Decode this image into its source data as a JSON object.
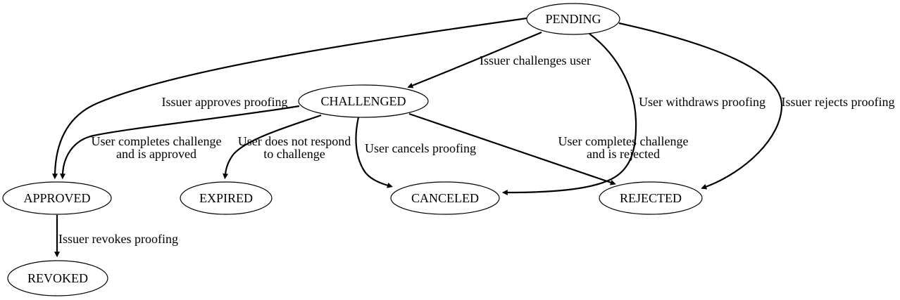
{
  "colors": {
    "background": "#ffffff",
    "line": "#000000",
    "node_fill": "#ffffff",
    "text": "#000000"
  },
  "diagram": {
    "nodes": {
      "pending": {
        "label": "PENDING"
      },
      "challenged": {
        "label": "CHALLENGED"
      },
      "approved": {
        "label": "APPROVED"
      },
      "expired": {
        "label": "EXPIRED"
      },
      "canceled": {
        "label": "CANCELED"
      },
      "rejected": {
        "label": "REJECTED"
      },
      "revoked": {
        "label": "REVOKED"
      }
    },
    "edges": {
      "pending_challenged": {
        "from": "PENDING",
        "to": "CHALLENGED",
        "label": "Issuer challenges user"
      },
      "pending_approved": {
        "from": "PENDING",
        "to": "APPROVED",
        "label": "Issuer approves proofing"
      },
      "pending_canceled": {
        "from": "PENDING",
        "to": "CANCELED",
        "label": "User withdraws proofing"
      },
      "pending_rejected": {
        "from": "PENDING",
        "to": "REJECTED",
        "label": "Issuer rejects proofing"
      },
      "challenged_approved": {
        "from": "CHALLENGED",
        "to": "APPROVED",
        "label_lines": [
          "User completes challenge",
          "and is approved"
        ]
      },
      "challenged_expired": {
        "from": "CHALLENGED",
        "to": "EXPIRED",
        "label_lines": [
          "User does not respond",
          "to challenge"
        ]
      },
      "challenged_canceled": {
        "from": "CHALLENGED",
        "to": "CANCELED",
        "label": "User cancels proofing"
      },
      "challenged_rejected": {
        "from": "CHALLENGED",
        "to": "REJECTED",
        "label_lines": [
          "User completes challenge",
          "and is rejected"
        ]
      },
      "approved_revoked": {
        "from": "APPROVED",
        "to": "REVOKED",
        "label": "Issuer revokes proofing"
      }
    }
  }
}
